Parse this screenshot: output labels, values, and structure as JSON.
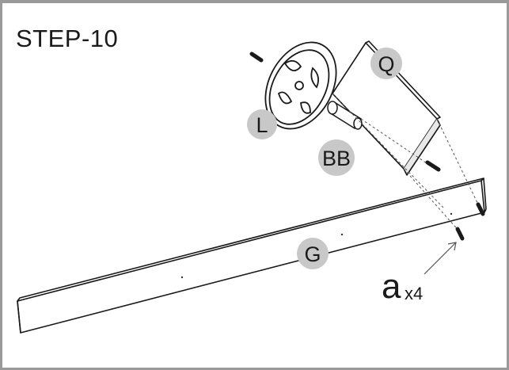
{
  "step": {
    "title": "STEP-10"
  },
  "parts": {
    "wheel": "L",
    "bracket": "Q",
    "axle": "BB",
    "beam": "G"
  },
  "hardware": {
    "letter": "a",
    "quantity": "x4"
  },
  "colors": {
    "line": "#1a1a1a",
    "callout": "#c8c8c8",
    "frame": "#9a9a9a"
  }
}
